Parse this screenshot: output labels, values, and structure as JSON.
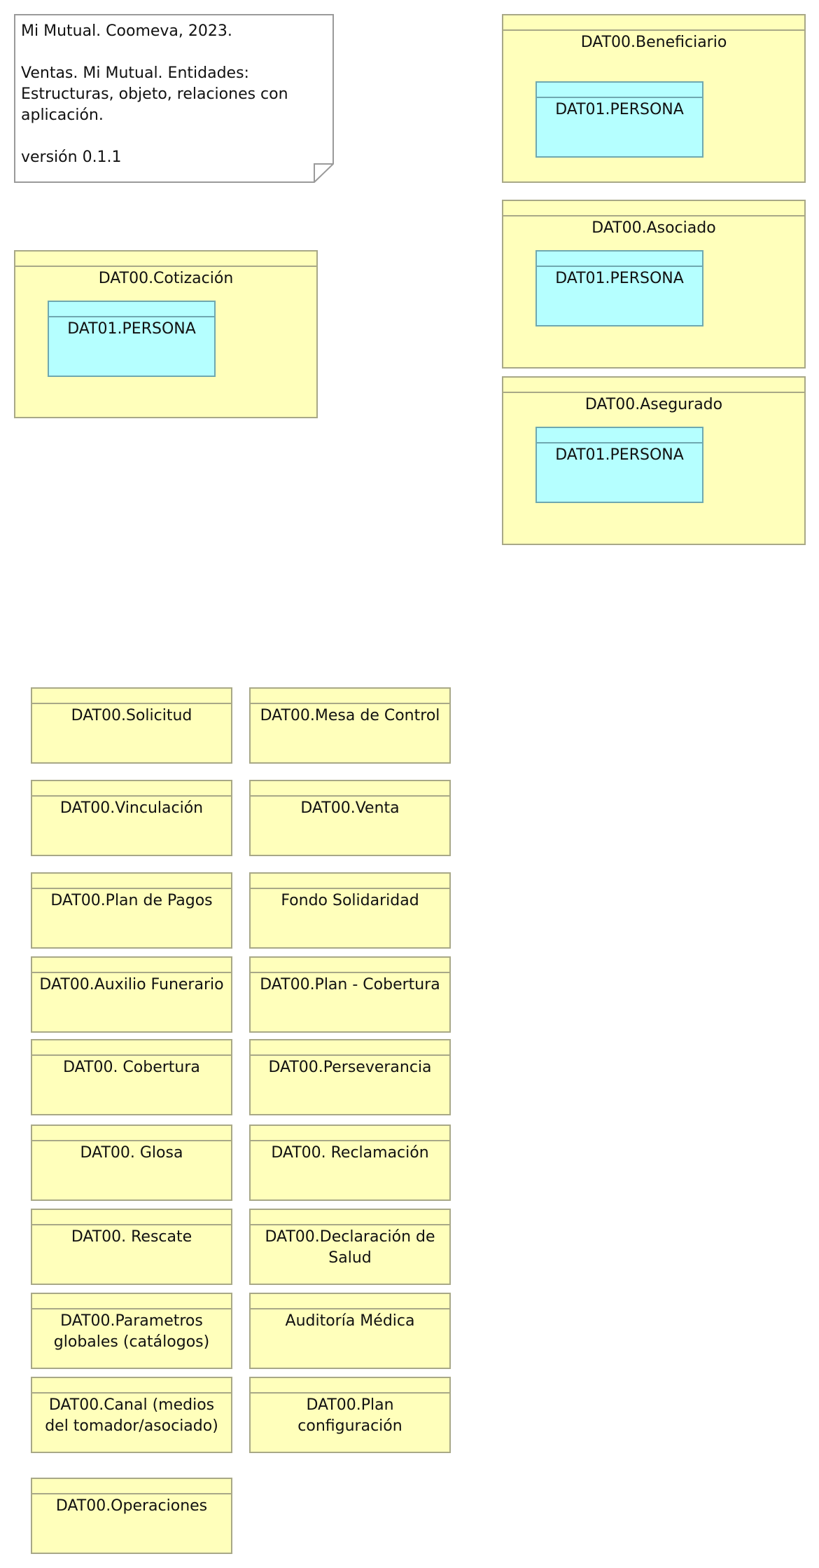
{
  "note": {
    "text": "Mi Mutual. Coomeva, 2023.\n\nVentas. Mi Mutual. Entidades: Estructuras, objeto, relaciones con aplicación.\n\nversión 0.1.1"
  },
  "groups": {
    "cotizacion": {
      "label": "DAT00.Cotización",
      "inner": "DAT01.PERSONA"
    },
    "beneficiario": {
      "label": "DAT00.Beneficiario",
      "inner": "DAT01.PERSONA"
    },
    "asociado": {
      "label": "DAT00.Asociado",
      "inner": "DAT01.PERSONA"
    },
    "asegurado": {
      "label": "DAT00.Asegurado",
      "inner": "DAT01.PERSONA"
    }
  },
  "entities": [
    "DAT00.Solicitud",
    "DAT00.Mesa de Control",
    "DAT00.Vinculación",
    "DAT00.Venta",
    "DAT00.Plan de Pagos",
    "Fondo Solidaridad",
    "DAT00.Auxilio Funerario",
    "DAT00.Plan - Cobertura",
    "DAT00. Cobertura",
    "DAT00.Perseverancia",
    "DAT00. Glosa",
    "DAT00. Reclamación",
    "DAT00. Rescate",
    "DAT00.Declaración de Salud",
    "DAT00.Parametros globales (catálogos)",
    "Auditoría Médica",
    "DAT00.Canal (medios del tomador/asociado)",
    "DAT00.Plan configuración",
    "DAT00.Operaciones"
  ]
}
